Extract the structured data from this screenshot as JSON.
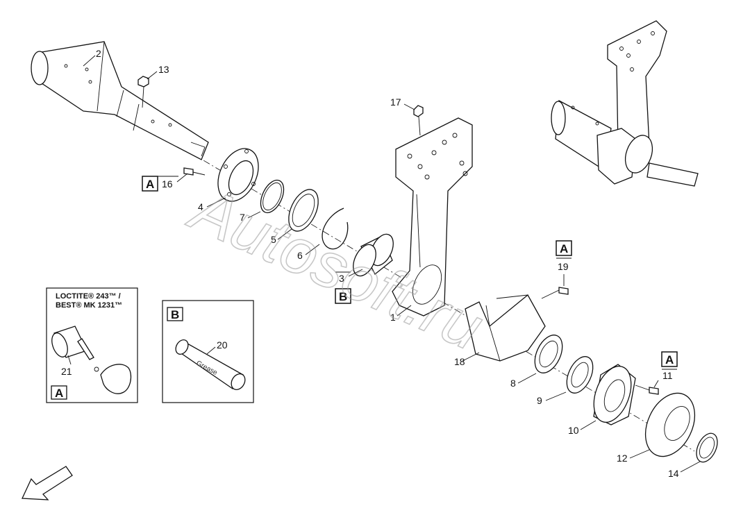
{
  "callouts": {
    "c1": "1",
    "c2": "2",
    "c3": "3",
    "c4": "4",
    "c5": "5",
    "c6": "6",
    "c7": "7",
    "c8": "8",
    "c9": "9",
    "c10": "10",
    "c11": "11",
    "c12": "12",
    "c13": "13",
    "c14": "14",
    "c16": "16",
    "c17": "17",
    "c18": "18",
    "c19": "19",
    "c20": "20",
    "c21": "21"
  },
  "boxes": {
    "a16": "A",
    "a19": "A",
    "a11": "A",
    "b3": "B",
    "insetA": "A",
    "insetB": "B"
  },
  "inset_a": {
    "line1": "LOCTITE® 243™ /",
    "line2": "BEST® MK 1231™"
  },
  "inset_b": {
    "grease": "Grease"
  },
  "watermark": "Autosoft.ru",
  "icons": {
    "direction": "direction-arrow-icon"
  }
}
